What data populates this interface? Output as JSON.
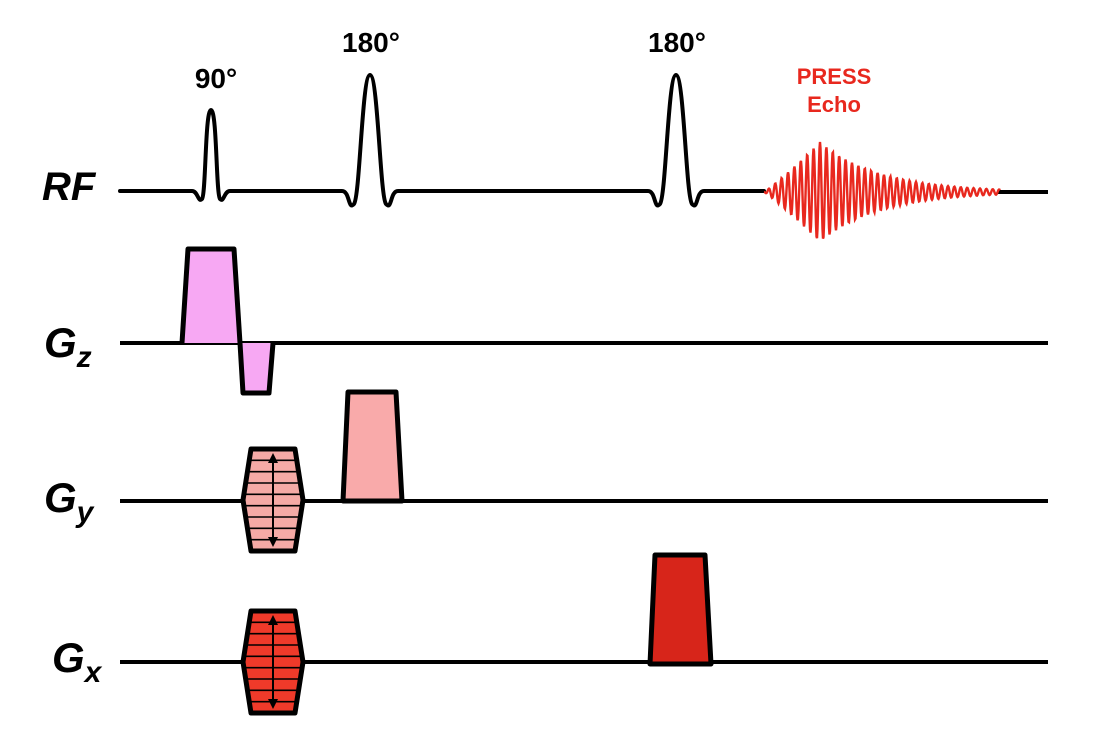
{
  "rows": {
    "rf": {
      "label": "RF"
    },
    "gz": {
      "label": "G",
      "sub": "z"
    },
    "gy": {
      "label": "G",
      "sub": "y"
    },
    "gx": {
      "label": "G",
      "sub": "x"
    }
  },
  "pulses": {
    "p90": {
      "label": "90°"
    },
    "p180a": {
      "label": "180°"
    },
    "p180b": {
      "label": "180°"
    }
  },
  "echo": {
    "line1": "PRESS",
    "line2": "Echo",
    "color": "#e8281e"
  },
  "colors": {
    "gz": "#f7a8f3",
    "gy_phase": "#f5aaa6",
    "gy": "#f9aaaa",
    "gx_phase": "#ef3a2a",
    "gx": "#d7251a",
    "line": "#000000"
  }
}
